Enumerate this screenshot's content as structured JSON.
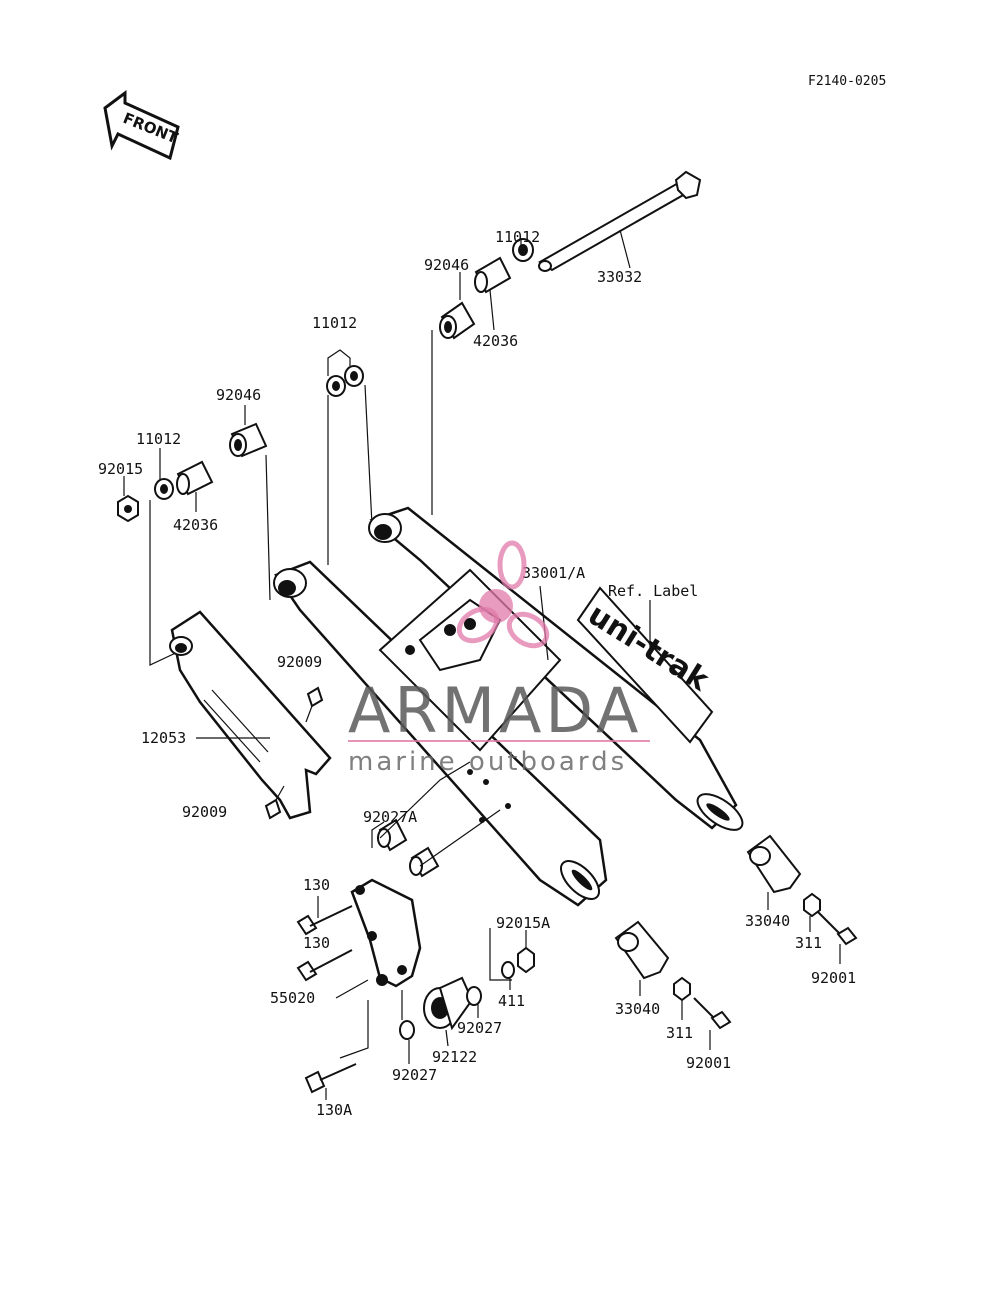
{
  "diagram": {
    "ref_code": "F2140-0205",
    "front_arrow": "FRONT",
    "ref_label": "Ref. Label",
    "decal_text": "uni-trak",
    "parts": {
      "p33032": "33032",
      "p11012_top": "11012",
      "p92046_top": "92046",
      "p42036_top": "42036",
      "p11012_mid": "11012",
      "p92046_left": "92046",
      "p11012_left": "11012",
      "p92015": "92015",
      "p42036_left": "42036",
      "p33001": "33001/A",
      "p92009_a": "92009",
      "p12053": "12053",
      "p92009_b": "92009",
      "p92027A": "92027A",
      "p130_a": "130",
      "p130_b": "130",
      "p55020": "55020",
      "p92015A": "92015A",
      "p411": "411",
      "p92027_a": "92027",
      "p92122": "92122",
      "p92027_b": "92027",
      "p130A": "130A",
      "p33040_a": "33040",
      "p311_a": "311",
      "p92001_a": "92001",
      "p33040_b": "33040",
      "p311_b": "311",
      "p92001_b": "92001"
    }
  },
  "watermark": {
    "brand": "ARMADA",
    "tagline": "marine outboards",
    "accent_color": "#e07aa8"
  }
}
